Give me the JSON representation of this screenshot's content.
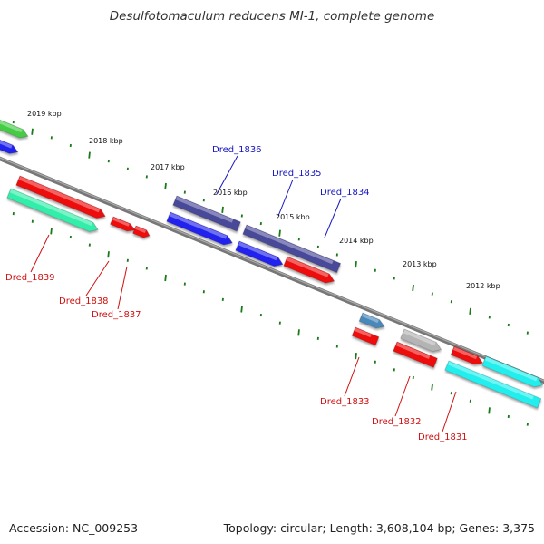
{
  "title": "Desulfotomaculum reducens MI-1, complete genome",
  "footer": {
    "accession": "Accession: NC_009253",
    "topology": "Topology: circular; Length: 3,608,104 bp; Genes: 3,375"
  },
  "colors": {
    "backbone": "#808080",
    "tick": "#1a7a1a",
    "label_blue": "#1515c0",
    "label_red": "#d01010"
  },
  "kbp_ticks": [
    "2019 kbp",
    "2018 kbp",
    "2017 kbp",
    "2016 kbp",
    "2015 kbp",
    "2014 kbp",
    "2013 kbp",
    "2012 kbp"
  ],
  "labels_above": [
    {
      "name": "Dred_1836"
    },
    {
      "name": "Dred_1835"
    },
    {
      "name": "Dred_1834"
    }
  ],
  "labels_below": [
    {
      "name": "Dred_1839"
    },
    {
      "name": "Dred_1838"
    },
    {
      "name": "Dred_1837"
    },
    {
      "name": "Dred_1833"
    },
    {
      "name": "Dred_1832"
    },
    {
      "name": "Dred_1831"
    }
  ],
  "features": [
    {
      "color": "#44cc44",
      "strand": "outer"
    },
    {
      "color": "#2222ee",
      "strand": "outer"
    },
    {
      "color": "#ee1111",
      "strand": "inner"
    },
    {
      "color": "#33eeaa",
      "strand": "inner"
    },
    {
      "color": "#ee1111",
      "strand": "inner"
    },
    {
      "color": "#ee1111",
      "strand": "inner"
    },
    {
      "color": "#4a4a9a",
      "strand": "outer"
    },
    {
      "color": "#2222ee",
      "strand": "outer"
    },
    {
      "color": "#4a4a9a",
      "strand": "outer"
    },
    {
      "color": "#2222ee",
      "strand": "outer"
    },
    {
      "color": "#ee1111",
      "strand": "inner"
    },
    {
      "color": "#4a88bb",
      "strand": "inner"
    },
    {
      "color": "#ee1111",
      "strand": "inner"
    },
    {
      "color": "#b4b4b4",
      "strand": "inner"
    },
    {
      "color": "#ee1111",
      "strand": "inner"
    },
    {
      "color": "#ee1111",
      "strand": "inner"
    },
    {
      "color": "#22eeee",
      "strand": "inner"
    }
  ]
}
